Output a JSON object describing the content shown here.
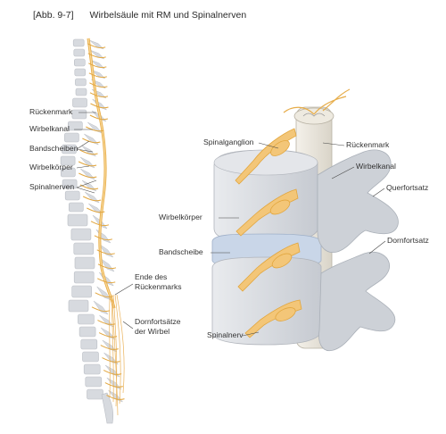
{
  "caption": {
    "number": "[Abb. 9-7]",
    "title": "Wirbelsäule mit RM und Spinalnerven"
  },
  "left_labels": {
    "rueckenmark": "Rückenmark",
    "wirbelkanal": "Wirbelkanal",
    "bandscheiben": "Bandscheiben",
    "wirbelkoerper": "Wirbelkörper",
    "spinalnerven": "Spinalnerven",
    "ende_line1": "Ende des",
    "ende_line2": "Rückenmarks",
    "dorn_line1": "Dornfortsätze",
    "dorn_line2": "der Wirbel"
  },
  "right_labels": {
    "spinalganglion": "Spinalganglion",
    "rueckenmark": "Rückenmark",
    "wirbelkanal": "Wirbelkanal",
    "querfortsatz": "Querfortsatz",
    "wirbelkoerper": "Wirbelkörper",
    "dornfortsatz": "Dornfortsatz",
    "bandscheibe": "Bandscheibe",
    "spinalnerv": "Spinalnerv"
  },
  "colors": {
    "bone": "#d7dadf",
    "bone_edge": "#b9bdc4",
    "nerve": "#f3c678",
    "nerve_dark": "#e2a63e",
    "disc": "#c9d6e8"
  }
}
